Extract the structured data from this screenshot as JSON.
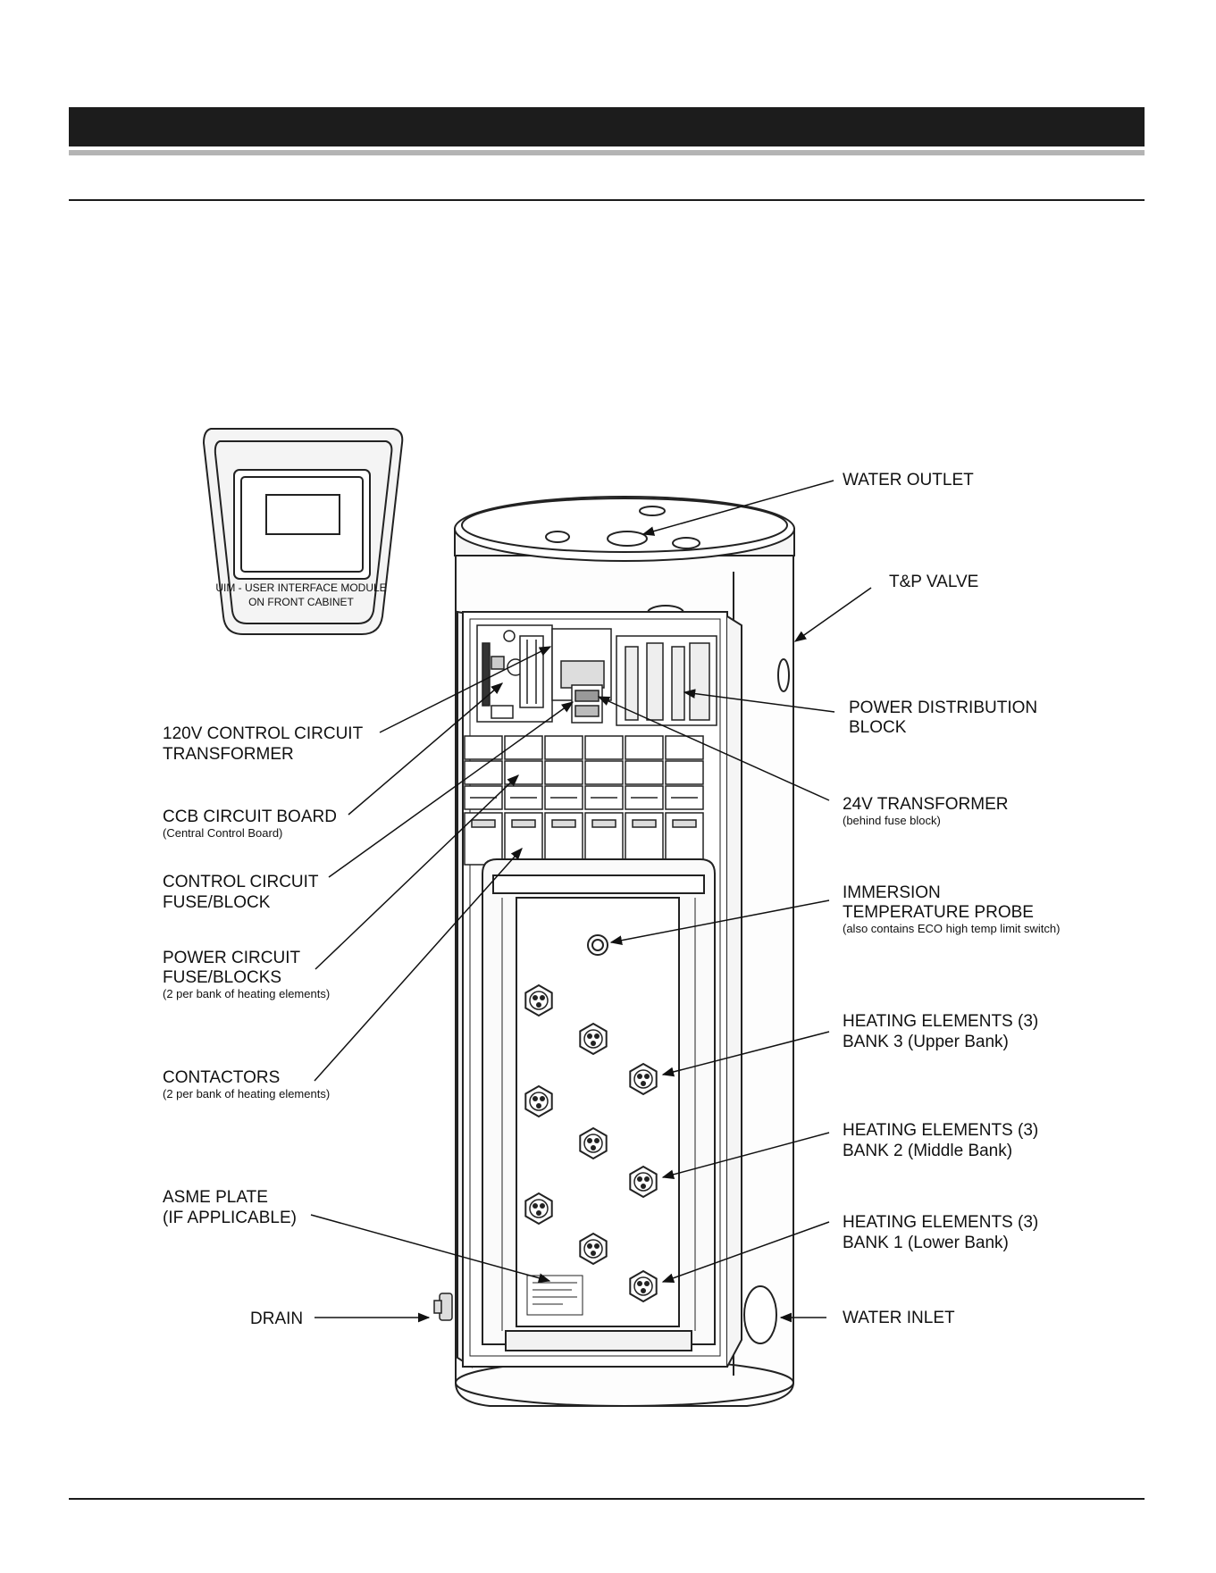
{
  "uim_caption": [
    "UIM - USER INTERFACE MODULE",
    "ON FRONT CABINET"
  ],
  "labels": {
    "water_outlet": [
      "WATER OUTLET"
    ],
    "tp_valve": [
      "T&P VALVE"
    ],
    "power_distribution_block": [
      "POWER DISTRIBUTION",
      "BLOCK"
    ],
    "transformer_24v": [
      "24V TRANSFORMER"
    ],
    "transformer_24v_note": "(behind fuse block)",
    "immersion_probe": [
      "IMMERSION",
      "TEMPERATURE PROBE"
    ],
    "immersion_probe_note": "(also contains ECO high temp limit switch)",
    "heating_bank_3": [
      "HEATING ELEMENTS (3)",
      "BANK 3  (Upper Bank)"
    ],
    "heating_bank_2": [
      "HEATING ELEMENTS (3)",
      "BANK 2  (Middle Bank)"
    ],
    "heating_bank_1": [
      "HEATING ELEMENTS (3)",
      "BANK 1  (Lower Bank)"
    ],
    "water_inlet": [
      "WATER INLET"
    ],
    "control_transformer_120v": [
      "120V CONTROL CIRCUIT",
      "TRANSFORMER"
    ],
    "ccb_board": [
      "CCB CIRCUIT BOARD"
    ],
    "ccb_board_note": "(Central Control Board)",
    "control_fuse_block": [
      "CONTROL CIRCUIT",
      "FUSE/BLOCK"
    ],
    "power_fuse_blocks": [
      "POWER CIRCUIT",
      "FUSE/BLOCKS"
    ],
    "power_fuse_blocks_note": "(2 per bank of heating elements)",
    "contactors": [
      "CONTACTORS"
    ],
    "contactors_note": "(2 per bank of heating elements)",
    "asme_plate": [
      "ASME PLATE",
      "(IF APPLICABLE)"
    ],
    "drain": [
      "DRAIN"
    ]
  },
  "colors": {
    "ink": "#111111",
    "header": "#1c1c1c",
    "rule_gray": "#b4b4b4"
  }
}
